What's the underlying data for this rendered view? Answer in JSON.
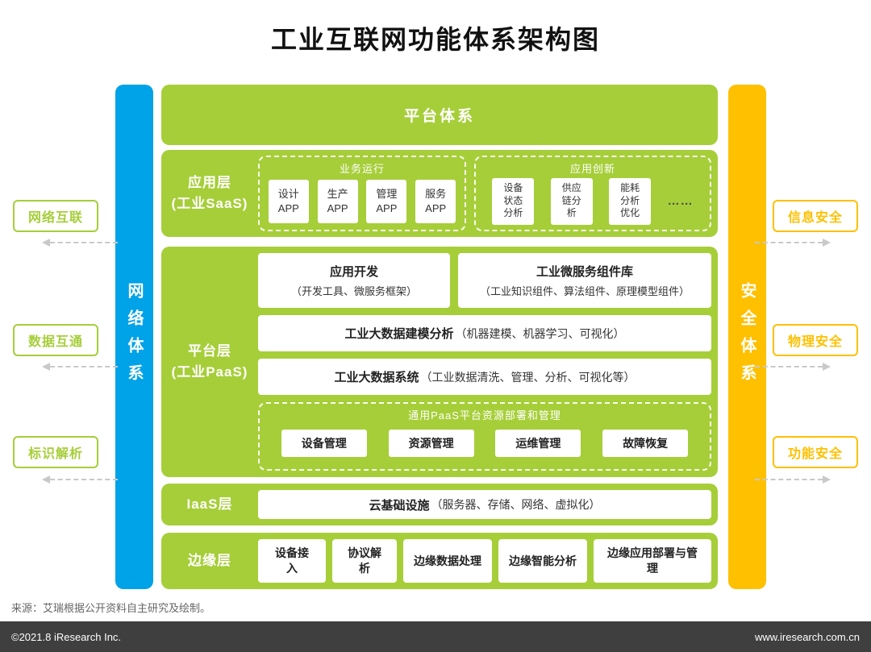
{
  "title": "工业互联网功能体系架构图",
  "side_bars": {
    "left": {
      "label": "网络体系"
    },
    "right": {
      "label": "安全体系"
    }
  },
  "left_links": [
    "网络互联",
    "数据互通",
    "标识解析"
  ],
  "right_links": [
    "信息安全",
    "物理安全",
    "功能安全"
  ],
  "platform_banner": "平台体系",
  "app_layer": {
    "label": "应用层\n(工业SaaS)",
    "business_group": {
      "title": "业务运行",
      "items": [
        "设计\nAPP",
        "生产\nAPP",
        "管理\nAPP",
        "服务\nAPP"
      ]
    },
    "innovation_group": {
      "title": "应用创新",
      "items": [
        "设备\n状态\n分析",
        "供应\n链分\n析",
        "能耗\n分析\n优化"
      ],
      "ellipsis": "……"
    }
  },
  "paas_layer": {
    "label": "平台层\n(工业PaaS)",
    "app_dev": {
      "title": "应用开发",
      "desc": "（开发工具、微服务框架）"
    },
    "microservice_lib": {
      "title": "工业微服务组件库",
      "desc": "（工业知识组件、算法组件、原理模型组件）"
    },
    "bigdata_modeling": {
      "title": "工业大数据建模分析",
      "desc": "（机器建模、机器学习、可视化）"
    },
    "bigdata_system": {
      "title": "工业大数据系统",
      "desc": "（工业数据清洗、管理、分析、可视化等）"
    },
    "resource_group": {
      "title": "通用PaaS平台资源部署和管理",
      "items": [
        "设备管理",
        "资源管理",
        "运维管理",
        "故障恢复"
      ]
    }
  },
  "iaas_layer": {
    "label": "IaaS层",
    "box": {
      "title": "云基础设施",
      "desc": "（服务器、存储、网络、虚拟化）"
    }
  },
  "edge_layer": {
    "label": "边缘层",
    "items": [
      "设备接\n入",
      "协议解\n析",
      "边缘数据处理",
      "边缘智能分析",
      "边缘应用部署与管\n理"
    ]
  },
  "source_note": "来源：艾瑞根据公开资料自主研究及绘制。",
  "footer": {
    "left": "©2021.8 iResearch Inc.",
    "right": "www.iresearch.com.cn"
  },
  "colors": {
    "green": "#a6ce39",
    "blue": "#00a2e8",
    "yellow": "#ffc000",
    "footer_bg": "#3f3f3f"
  }
}
